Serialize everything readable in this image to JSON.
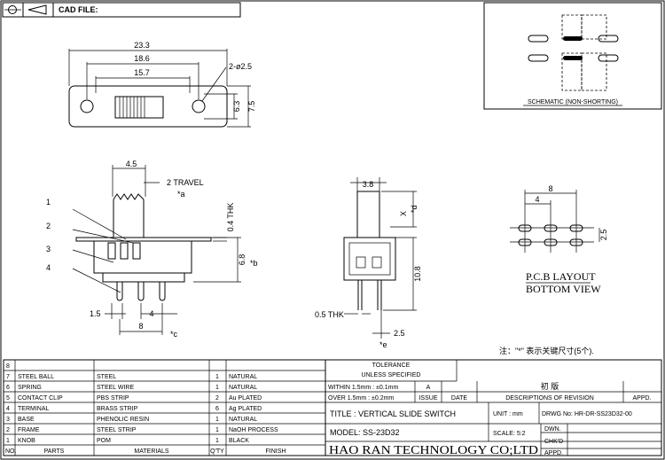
{
  "header": {
    "cad_label": "CAD FILE:"
  },
  "schematic": {
    "label": "SCHEMATIC (NON-SHORTING)"
  },
  "top_view": {
    "dim_overall": "23.3",
    "dim_mid": "18.6",
    "dim_inner": "15.7",
    "holes": "2-ø2.5",
    "dim_h1": "6.3",
    "dim_h2": "7.5"
  },
  "side_view": {
    "dim_travel_width": "4.5",
    "travel_note": "2 TRAVEL",
    "mark_a": "*a",
    "thk_note": "0.4 THK",
    "dim_height": "6.8",
    "mark_b": "*b",
    "dim_pin_width": "1.5",
    "dim_pin_pitch": "4",
    "dim_span": "8",
    "mark_c": "*c",
    "callouts": [
      "1",
      "2",
      "3",
      "4"
    ]
  },
  "end_view": {
    "dim_width": "3.8",
    "mark_x": "X",
    "mark_d": "*d",
    "dim_height": "10.8",
    "thk_note": "0.5 THK",
    "dim_pin": "2.5",
    "mark_e": "*e"
  },
  "pcb": {
    "dim_span": "8",
    "dim_pitch": "4",
    "dim_row": "2.5",
    "label_1": "P.C.B LAYOUT",
    "label_2": "BOTTOM VIEW"
  },
  "note": "注：\"*\" 表示关键尺寸(5个).",
  "bom": {
    "empty_row_no": "8",
    "rows": [
      {
        "no": "7",
        "part": "STEEL BALL",
        "material": "STEEL",
        "qty": "1",
        "finish": "NATURAL"
      },
      {
        "no": "6",
        "part": "SPRING",
        "material": "STEEL WIRE",
        "qty": "1",
        "finish": "NATURAL"
      },
      {
        "no": "5",
        "part": "CONTACT CLIP",
        "material": "PBS STRIP",
        "qty": "2",
        "finish": "Au PLATED"
      },
      {
        "no": "4",
        "part": "TERMINAL",
        "material": "BRASS STRIP",
        "qty": "6",
        "finish": "Ag PLATED"
      },
      {
        "no": "3",
        "part": "BASE",
        "material": "PHENOLIC RESIN",
        "qty": "1",
        "finish": "NATURAL"
      },
      {
        "no": "2",
        "part": "FRAME",
        "material": "STEEL STRIP",
        "qty": "1",
        "finish": "NaOH PROCESS"
      },
      {
        "no": "1",
        "part": "KNOB",
        "material": "POM",
        "qty": "1",
        "finish": "BLACK"
      }
    ],
    "headers": {
      "no": "NO.",
      "parts": "PARTS",
      "materials": "MATERIALS",
      "qty": "Q'TY",
      "finish": "FINISH"
    }
  },
  "title_block": {
    "tolerance_1": "TOLERANCE",
    "tolerance_2": "UNLESS  SPECIFIED",
    "tol_row1": "WITHIN 1.5mm : ±0.1mm",
    "tol_row2": "OVER 1.5mm : ±0.2mm",
    "rev_mark": "A",
    "revision_text": "初 版",
    "issue": "ISSUE",
    "date": "DATE",
    "descriptions": "DESCRIPTIONS OF REVISION",
    "appd": "APPD.",
    "title": "TITLE :  VERTICAL SLIDE SWITCH",
    "unit": "UNIT :  mm",
    "drwg_no": "DRWG No:  HR-DR-SS23D32-00",
    "model": "MODEL:   SS-23D32",
    "scale": "SCALE:   5:2",
    "dwn": "DWN.",
    "company": "HAO RAN TECHNOLOGY CO;LTD",
    "chkd": "CHK'D",
    "appd2": "APPD."
  }
}
